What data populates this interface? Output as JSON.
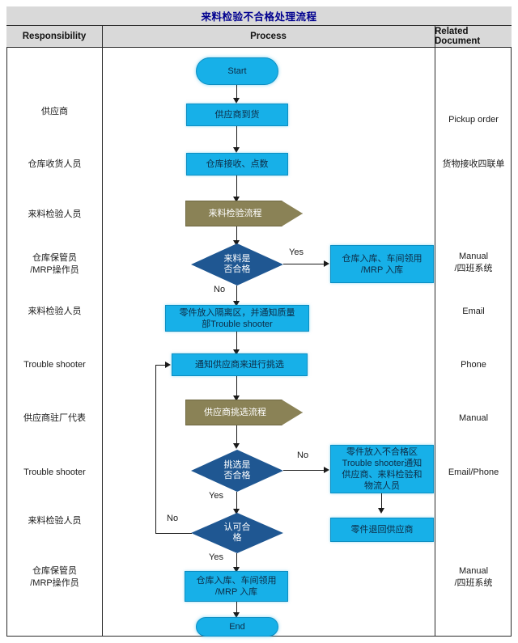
{
  "title": "来料检验不合格处理流程",
  "columns": {
    "responsibility": "Responsibility",
    "process": "Process",
    "related_document": "Related Document"
  },
  "colors": {
    "title_text": "#00008f",
    "header_bg": "#d9d9d9",
    "process_blue": "#17b0e8",
    "subprocess_olive": "#8a8256",
    "decision_navy": "#1f5792",
    "border": "#2b2b2b"
  },
  "responsibilities": [
    "供应商",
    "仓库收货人员",
    "来料检验人员",
    "仓库保管员\n/MRP操作员",
    "来料检验人员",
    "Trouble shooter",
    "供应商驻厂代表",
    "Trouble shooter",
    "来料检验人员",
    "仓库保管员\n/MRP操作员"
  ],
  "documents": [
    "Pickup order",
    "货物接收四联单",
    "Manual\n/四班系统",
    "Email",
    "Phone",
    "Manual",
    "Email/Phone",
    "Manual\n/四班系统"
  ],
  "nodes": {
    "start": "Start",
    "arrival": "供应商到货",
    "receive": "仓库接收、点数",
    "inspect_flow": "来料检验流程",
    "decision_qualified": "来料是\n否合格",
    "stock_in_yes": "仓库入库、车间领用\n/MRP 入库",
    "quarantine": "零件放入隔离区，并通知质量\n部Trouble shooter",
    "notify_supplier": "通知供应商来进行挑选",
    "supplier_sort_flow": "供应商挑选流程",
    "decision_sort": "挑选是\n否合格",
    "reject_area": "零件放入不合格区\nTrouble shooter通知\n供应商、来料检验和\n物流人员",
    "return_supplier": "零件退回供应商",
    "decision_accept": "认可合\n格",
    "stock_in_final": "仓库入库、车间领用\n/MRP 入库",
    "end": "End"
  },
  "branch_labels": {
    "yes1": "Yes",
    "no1": "No",
    "no2": "No",
    "yes2": "Yes",
    "no3": "No",
    "yes3": "Yes"
  }
}
